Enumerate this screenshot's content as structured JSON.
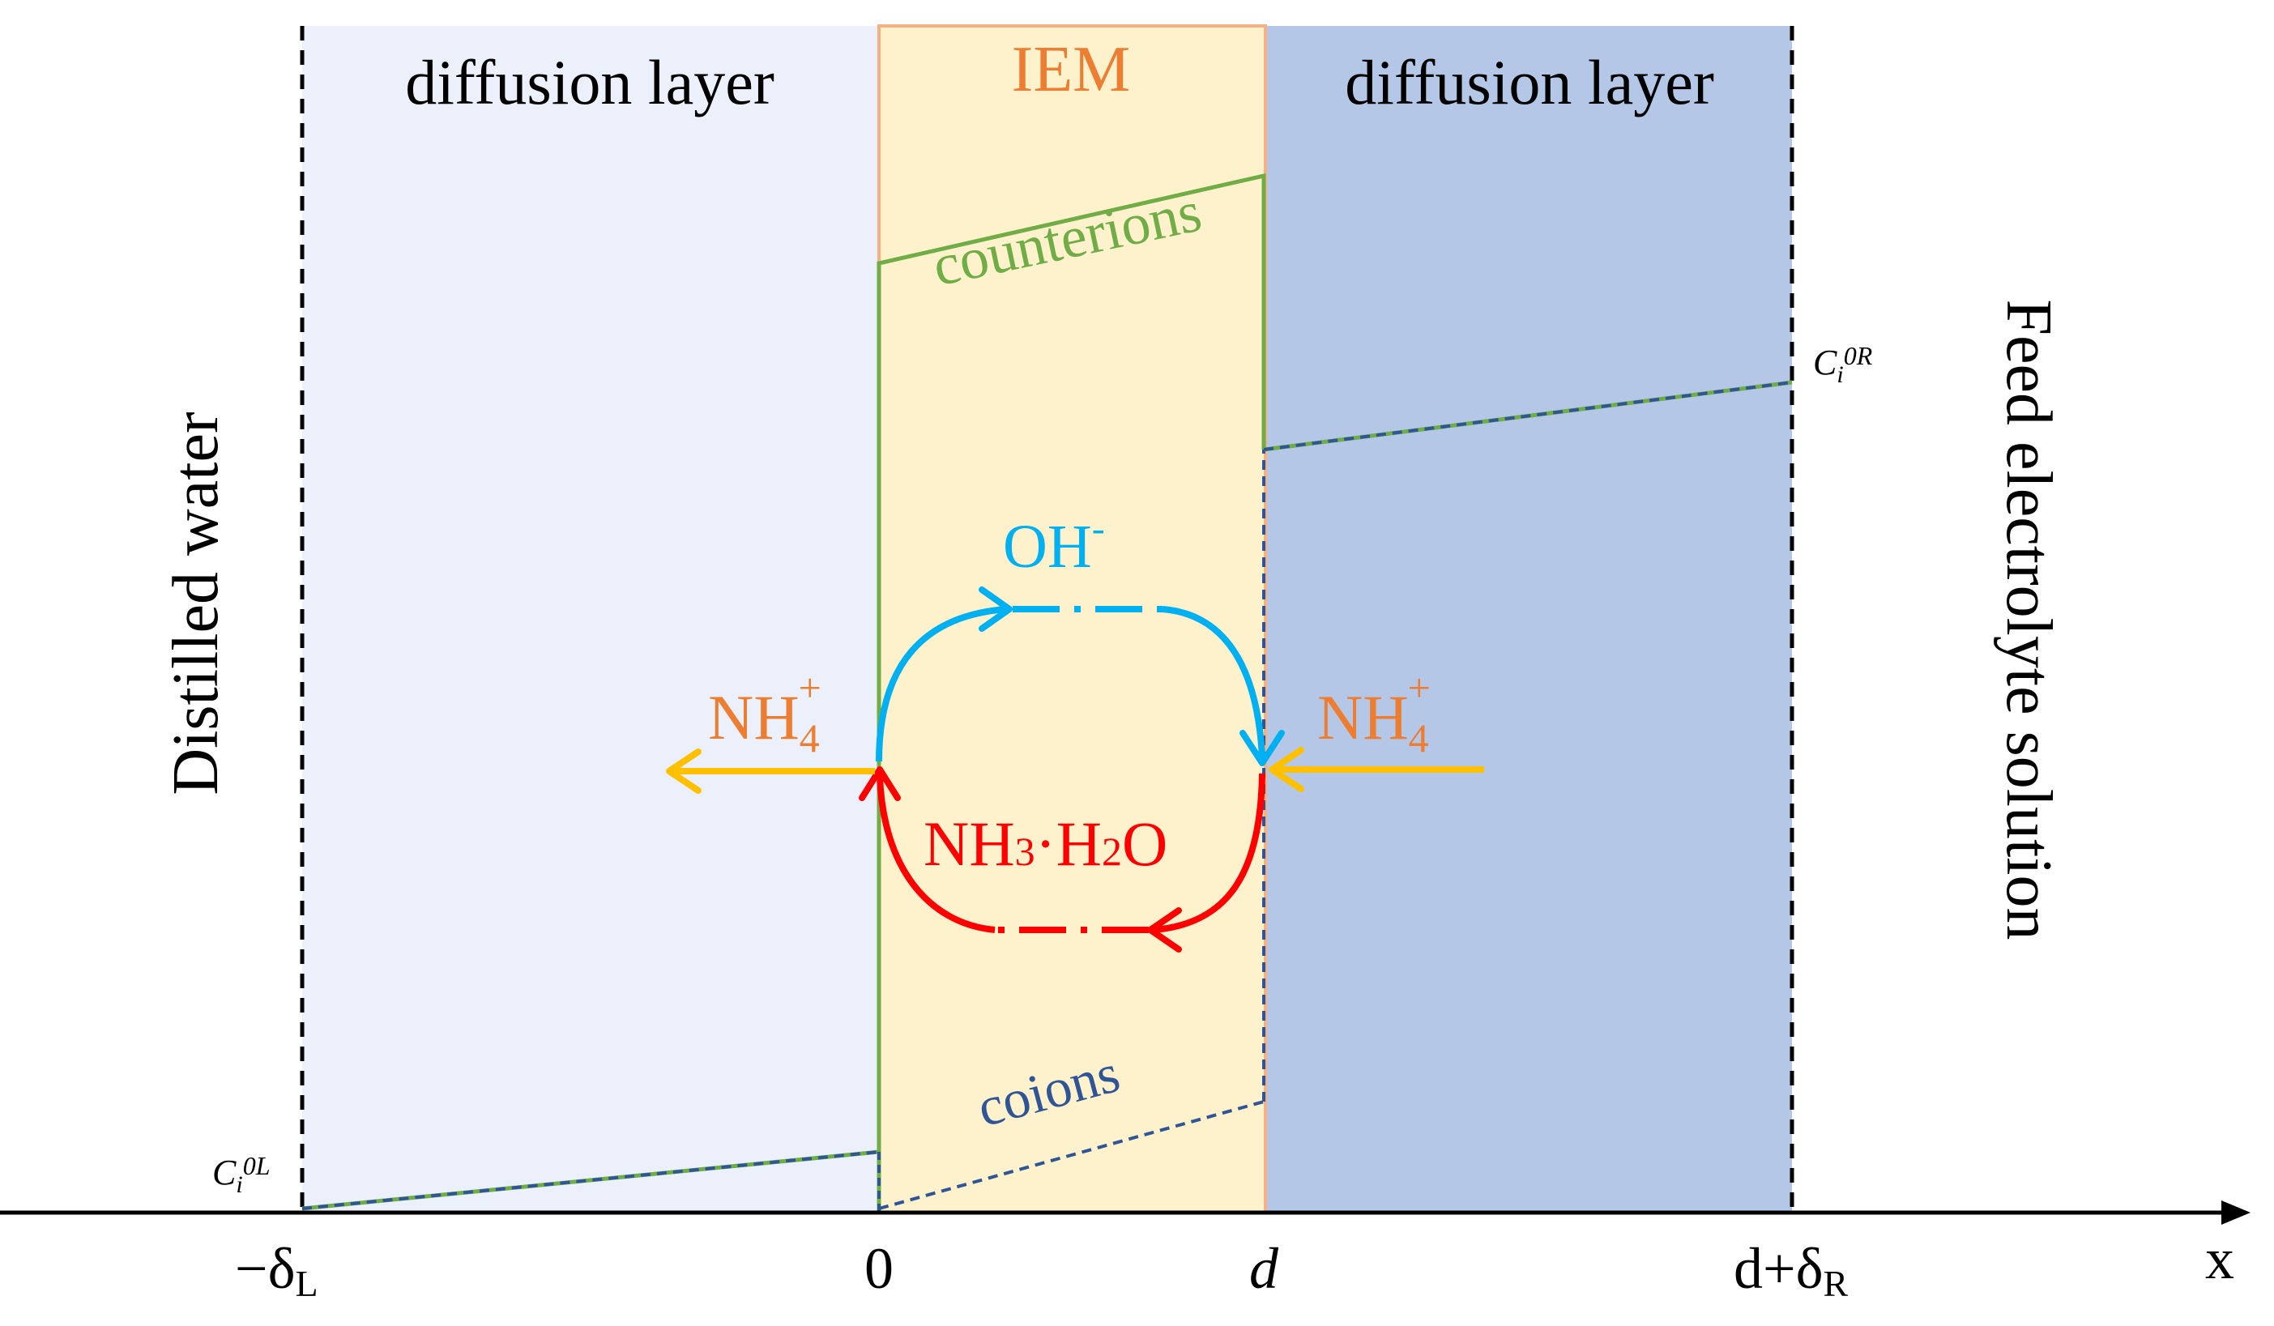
{
  "diagram": {
    "regions": {
      "left_layer_label": "diffusion layer",
      "membrane_label": "IEM",
      "right_layer_label": "diffusion layer"
    },
    "side_labels": {
      "left": "Distilled water",
      "right": "Feed electrolyte solution"
    },
    "profile_labels": {
      "counterions": "counterions",
      "coions": "coions"
    },
    "concentration_labels": {
      "left": {
        "main": "C",
        "sub": "i",
        "sup": "0L"
      },
      "right": {
        "main": "C",
        "sub": "i",
        "sup": "0R"
      }
    },
    "species": {
      "hydroxide": {
        "main": "OH",
        "sup": "-"
      },
      "ammonium_left": {
        "main": "NH",
        "sub": "4",
        "sup": "+"
      },
      "ammonium_right": {
        "main": "NH",
        "sub": "4",
        "sup": "+"
      },
      "ammonia": {
        "a": "NH",
        "b": "3",
        "c": "·H",
        "d": "2",
        "e": "O"
      }
    },
    "axis": {
      "x_label": "x",
      "ticks": {
        "left": {
          "main": "−δ",
          "sub": "L"
        },
        "zero": "0",
        "d": "d",
        "right": {
          "main": "d+δ",
          "sub": "R"
        }
      }
    },
    "colors": {
      "left_layer_fill": "#ebf0fa",
      "membrane_fill": "#fef2cc",
      "membrane_border": "#f4b183",
      "right_layer_fill": "#b4c7e7",
      "counterion_line": "#70ad47",
      "coion_line": "#2f5597",
      "membrane_label": "#ed7d31",
      "hydroxide": "#00b0f0",
      "ammonia": "#ff0000",
      "ammonium_arrow": "#ffc000",
      "ammonium_text": "#ed7d31"
    }
  }
}
